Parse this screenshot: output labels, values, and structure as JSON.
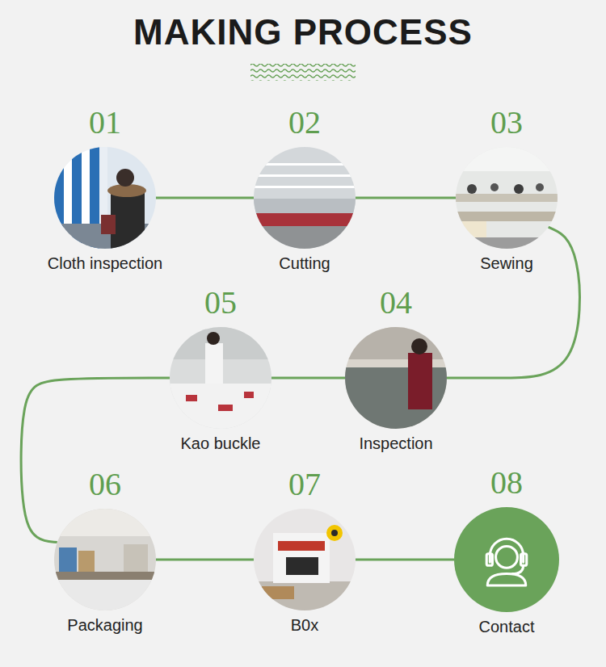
{
  "diagram": {
    "title": "MAKING PROCESS",
    "nodes": [
      {
        "text": [
          "01",
          "Cloth inspection"
        ]
      },
      {
        "text": [
          "02",
          "Cutting"
        ]
      },
      {
        "text": [
          "03",
          "Sewing"
        ]
      },
      {
        "text": [
          "04",
          "Inspection"
        ]
      },
      {
        "text": [
          "05",
          "Kao buckle"
        ]
      },
      {
        "text": [
          "06",
          "Packaging"
        ]
      },
      {
        "text": [
          "07",
          "B0x"
        ]
      },
      {
        "text": [
          "08",
          "Contact"
        ]
      }
    ],
    "edges": [
      {
        "from": 0,
        "to": 1,
        "arrow": "none"
      },
      {
        "from": 1,
        "to": 2,
        "arrow": "none"
      },
      {
        "from": 2,
        "to": 3,
        "arrow": "none"
      },
      {
        "from": 3,
        "to": 4,
        "arrow": "none"
      },
      {
        "from": 4,
        "to": 5,
        "arrow": "none"
      },
      {
        "from": 5,
        "to": 6,
        "arrow": "none"
      },
      {
        "from": 6,
        "to": 7,
        "arrow": "none"
      }
    ]
  }
}
